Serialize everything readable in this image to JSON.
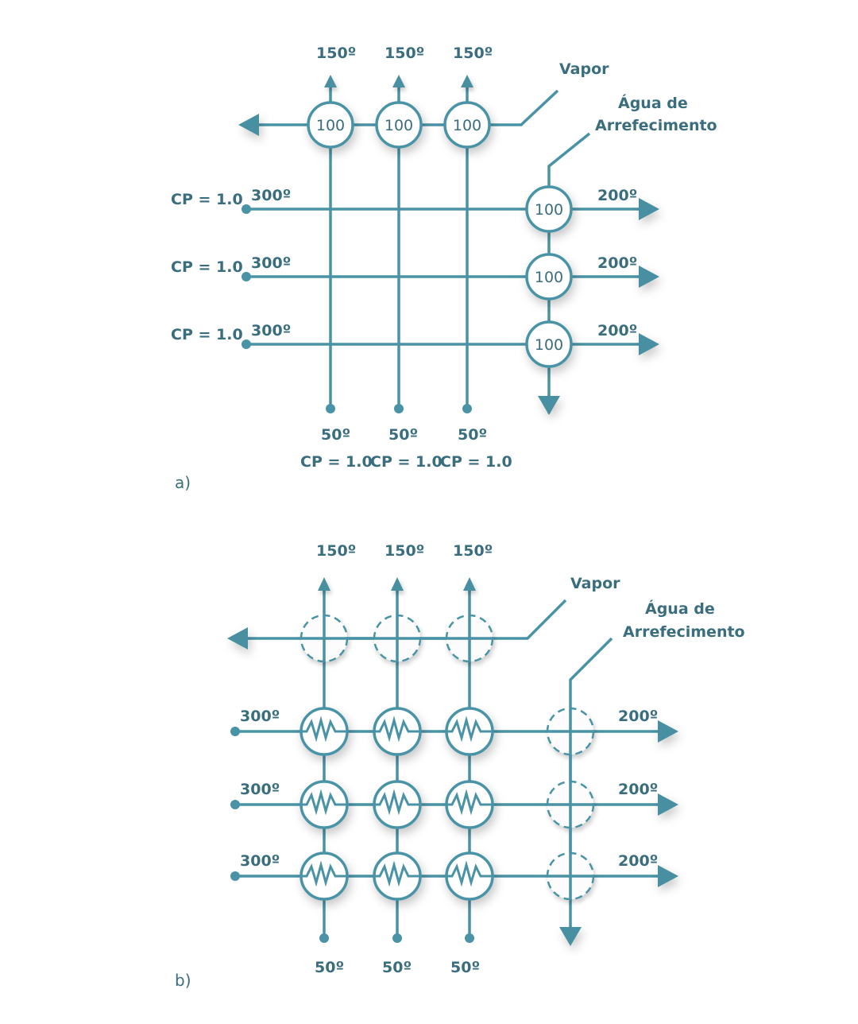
{
  "diagram_a": {
    "panel_label": "a)",
    "top_outlet_temps": [
      "150º",
      "150º",
      "150º"
    ],
    "steam_nodes": [
      "100",
      "100",
      "100"
    ],
    "steam_label": "Vapor",
    "cooling_water_label_line1": "Água de",
    "cooling_water_label_line2": "Arrefecimento",
    "hot_streams": [
      {
        "cp": "CP = 1.0",
        "inlet_temp": "300º",
        "outlet_temp": "200º",
        "node": "100"
      },
      {
        "cp": "CP = 1.0",
        "inlet_temp": "300º",
        "outlet_temp": "200º",
        "node": "100"
      },
      {
        "cp": "CP = 1.0",
        "inlet_temp": "300º",
        "outlet_temp": "200º",
        "node": "100"
      }
    ],
    "cold_inlet_temps": [
      "50º",
      "50º",
      "50º"
    ],
    "cold_cps": [
      "CP = 1.0",
      "CP = 1.0",
      "CP = 1.0"
    ]
  },
  "diagram_b": {
    "panel_label": "b)",
    "top_outlet_temps": [
      "150º",
      "150º",
      "150º"
    ],
    "steam_label": "Vapor",
    "cooling_water_label_line1": "Água de",
    "cooling_water_label_line2": "Arrefecimento",
    "hot_inlet_temps": [
      "300º",
      "300º",
      "300º"
    ],
    "hot_outlet_temps": [
      "200º",
      "200º",
      "200º"
    ],
    "cold_inlet_temps": [
      "50º",
      "50º",
      "50º"
    ],
    "exchanger_icon": "resistor-zigzag-icon",
    "removed_unit_icon": "dashed-circle-icon"
  },
  "colors": {
    "line": "#4a93a6",
    "arrow": "#4a8fa2",
    "text": "#3a6e7e",
    "background": "#ffffff"
  }
}
